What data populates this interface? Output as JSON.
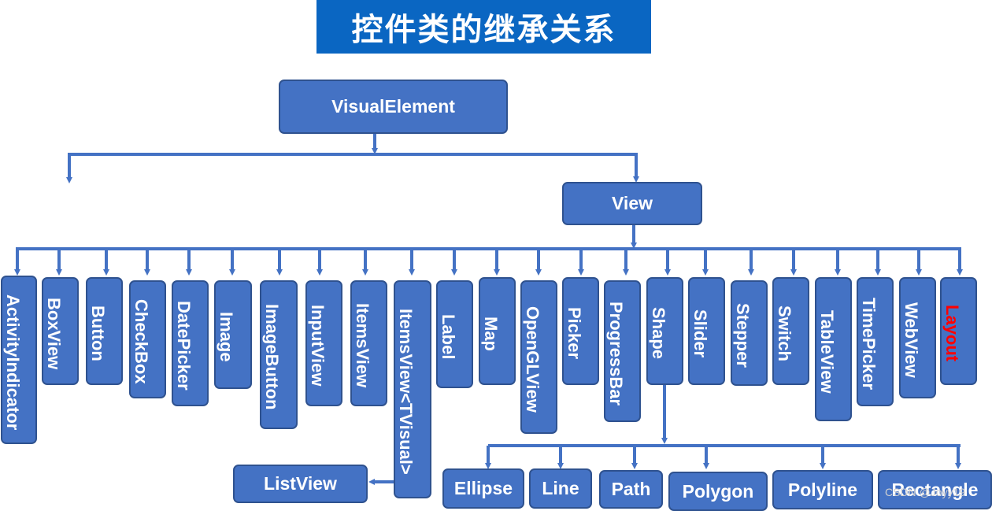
{
  "title": "控件类的继承关系",
  "root": "VisualElement",
  "view": "View",
  "children": [
    "ActivityIndicator",
    "BoxView",
    "Button",
    "CheckBox",
    "DatePicker",
    "Image",
    "ImageButton",
    "InputView",
    "ItemsView",
    "ItemsView<TVisual>",
    "Label",
    "Map",
    "OpenGLView",
    "Picker",
    "ProgressBar",
    "Shape",
    "Slider",
    "Stepper",
    "Switch",
    "TableView",
    "TimePicker",
    "WebView",
    "Layout"
  ],
  "listview": "ListView",
  "shapes": [
    "Ellipse",
    "Line",
    "Path",
    "Polygon",
    "Polyline",
    "Rectangle"
  ],
  "watermark": "CSDN @Joyy19",
  "colors": {
    "node_fill": "#4472c4",
    "node_border": "#2f528f",
    "title_fill": "#0a66c2",
    "highlight_text": "#ff0000"
  }
}
